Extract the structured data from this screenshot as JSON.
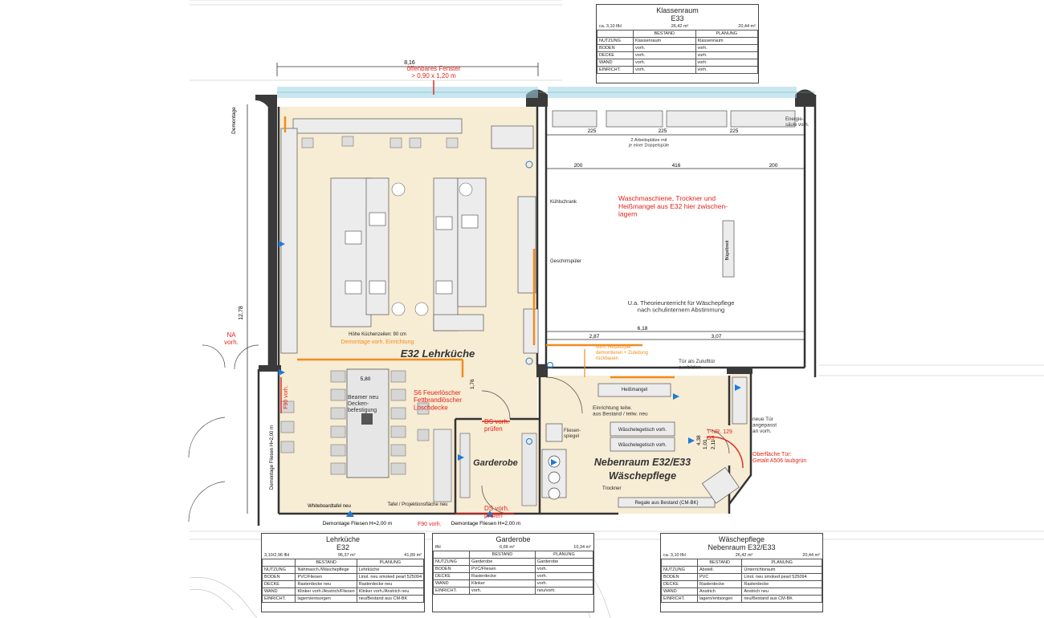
{
  "plan": {
    "rooms": {
      "lehrkueche": "E32 Lehrküche",
      "garderobe": "Garderobe",
      "nebenraum_1": "Nebenraum E32/E33",
      "nebenraum_2": "Wäschepflege"
    },
    "dims": {
      "top_total": "8,16",
      "left_height": "12,78",
      "e33_top": [
        "225",
        "225",
        "225"
      ],
      "e33_mid": [
        "200",
        "416",
        "200"
      ],
      "e33_bottom_total": "6,18",
      "e33_bottom": [
        "2,87",
        "3,07"
      ],
      "table_width": "5,80",
      "door_h": "1,76",
      "side_h1": "4,38",
      "side_h2": "1,01",
      "side_h3": "2,11"
    },
    "notes_red": {
      "fenster": "öffenbares Fenster\n> 0,90 x 1,20 m",
      "na": "NA\nvorh.",
      "waschmaschine": "Waschmaschiene, Trockner und\nHeißmangel aus E32 hier zwischen-\nlagern",
      "ds1": "DS vorh.\nprüfen",
      "ds2": "DS vorh.\nprüfen",
      "f90_1": "F90 vorh.",
      "f90_2": "F90 vorh.",
      "oberflaeche": "Oberfläche Tür:\nGetalit A506 laubgrün",
      "tnr": "T-NR. 129\nDS",
      "loescher": "S6 Feuerlöscher\nFettbrandlöscher\nLöschdecke"
    },
    "notes_orange": {
      "demontage": "Demontage vorh. Einrichtung",
      "heizkoerper": "vorh. Heizkörper\ndemontieren + Zuleitung\nrückbauen"
    },
    "notes_black": {
      "demontage_fliesen_left": "Demontage Fliesen H=2,00 m",
      "demontage_fliesen_1": "Demontage Fliesen H=2,00 m",
      "demontage_fliesen_2": "Demontage Fliesen H=2,00 m",
      "demontage_top_left": "Demontage",
      "unterricht": "U.a. Theorieunterricht für Wäschepflege\nnach schulinternem Abstimmung",
      "zuluft": "Tür als Zulufttür\nausbilden",
      "einrichtung": "Einrichtung teilw.\naus Bestand / teilw. neu",
      "neue_tuer": "neue Tür\nangepasst\nan vorh.",
      "kuechenzeilen": "Höhe Küchenzeilen: 90 cm",
      "energie": "Energie-\nsäule vorh.",
      "arbeitsplaetze": "2 Arbeitsplätze mit\nje einer Doppelspüle",
      "beamer": "Beamer neu\nDecken-\nbefestigung",
      "whiteboard": "Whiteboardtafel neu",
      "leinwand": "Tafel / Projektionsfläche neu",
      "trockner": "Trockner",
      "regal": "Regale aus Bestand (CM-BK)",
      "heissmangel": "Heißmangel",
      "waeschelegetisch1": "Wäschelegetisch vorh.",
      "waeschelegetisch2": "Wäschelegetisch vorh.",
      "buegelbrett": "Bügelbrett",
      "fliesenspiegel": "Fliesen-\nspiegel",
      "kuehlschrank": "Kühlschrank",
      "geschirrspueler": "Geschirrspüler"
    }
  },
  "tables": {
    "klassenraum": {
      "title1": "Klassenraum",
      "title2": "E33",
      "meta_left": "ca. 3,10 lfH",
      "meta_mid": "26,42 m²",
      "meta_right": "20,44 m²",
      "col_bestand": "BESTAND",
      "col_planung": "PLANUNG",
      "rows": [
        {
          "k": "NUTZUNG",
          "b": "Klassenraum",
          "p": "Klassenraum"
        },
        {
          "k": "BODEN",
          "b": "vorh.",
          "p": "vorh."
        },
        {
          "k": "DECKE",
          "b": "vorh.",
          "p": "vorh."
        },
        {
          "k": "WAND",
          "b": "vorh.",
          "p": "vorh."
        },
        {
          "k": "EINRICHT.",
          "b": "vorh.",
          "p": "vorh."
        }
      ]
    },
    "lehrkueche": {
      "title1": "Lehrküche",
      "title2": "E32",
      "meta_left": "3,10/2,96 lfH",
      "meta_mid": "96,37 m²",
      "meta_right": "41,89 m²",
      "col_bestand": "BESTAND",
      "col_planung": "PLANUNG",
      "rows": [
        {
          "k": "NUTZUNG",
          "b": "Nähmasch./Wäschepflege",
          "p": "Lehrküche"
        },
        {
          "k": "BODEN",
          "b": "PVC/Fliesen",
          "p": "Linol. neu smoked pearl 525094"
        },
        {
          "k": "DECKE",
          "b": "Rasterdecke neu",
          "p": "Rasterdecke neu"
        },
        {
          "k": "WAND",
          "b": "Klinker vorh./Anstrich/Fliesen",
          "p": "Klinker vorh./Anstrich neu"
        },
        {
          "k": "EINRICHT.",
          "b": "lagern/entsorgen",
          "p": "neu/Bestand aus CM-BK"
        }
      ]
    },
    "garderobe": {
      "title1": "Garderobe",
      "title2": "",
      "meta_left": "lfH",
      "meta_mid": "6,66 m²",
      "meta_right": "10,34 m²",
      "col_bestand": "BESTAND",
      "col_planung": "PLANUNG",
      "rows": [
        {
          "k": "NUTZUNG",
          "b": "Garderobe",
          "p": "Garderobe"
        },
        {
          "k": "BODEN",
          "b": "PVC/Fliesen",
          "p": "vorh."
        },
        {
          "k": "DECKE",
          "b": "Rasterdecke",
          "p": "vorh."
        },
        {
          "k": "WAND",
          "b": "Klinker",
          "p": "vorh."
        },
        {
          "k": "EINRICHT.",
          "b": "vorh.",
          "p": "neu/vorh."
        }
      ]
    },
    "waeschepflege": {
      "title1": "Wäschepflege",
      "title2": "Nebenraum E32/E33",
      "meta_left": "ca. 3,10 lfH",
      "meta_mid": "26,42 m²",
      "meta_right": "20,44 m²",
      "col_bestand": "BESTAND",
      "col_planung": "PLANUNG",
      "rows": [
        {
          "k": "NUTZUNG",
          "b": "Abstell.",
          "p": "Unterrichtsraum"
        },
        {
          "k": "BODEN",
          "b": "PVC",
          "p": "Linol. neu smoked pearl 525094"
        },
        {
          "k": "DECKE",
          "b": "Rasterdecke",
          "p": "Rasterdecke"
        },
        {
          "k": "WAND",
          "b": "Anstrich",
          "p": "Anstrich neu"
        },
        {
          "k": "EINRICHT.",
          "b": "lagern/entsorgen",
          "p": "neu/Bestand aus CM-BK"
        }
      ]
    }
  },
  "colors": {
    "floor_tint": "#f7ecd4",
    "wall": "#3a3a3a",
    "red": "#e2231a",
    "orange": "#f08c1e",
    "blue": "#1f7ad6",
    "window": "#9fd4e6"
  }
}
